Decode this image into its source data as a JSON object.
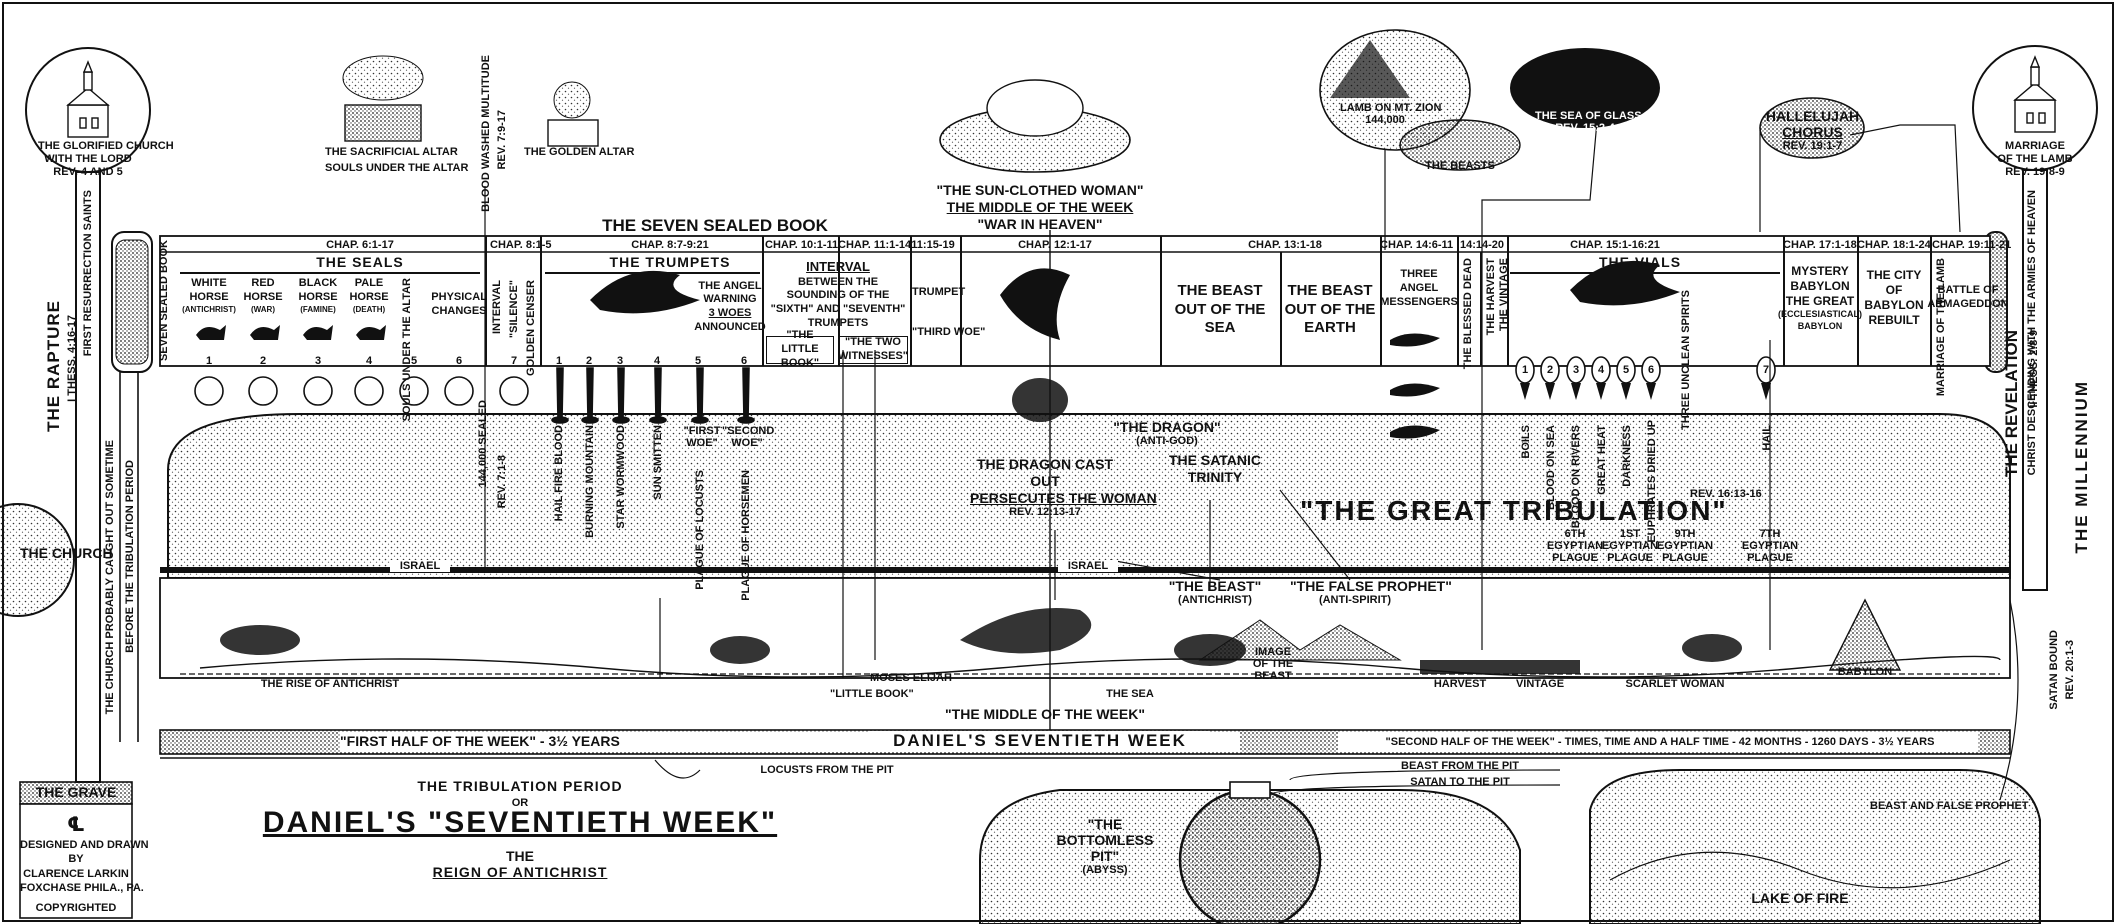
{
  "left": {
    "glorified_church": "THE GLORIFIED CHURCH",
    "with_the_lord": "WITH THE LORD",
    "rev_4_5": "REV. 4 AND 5",
    "rapture": "THE RAPTURE",
    "thess": "I THESS. 4:16-17",
    "first_resurrection": "FIRST RESURRECTION SAINTS",
    "the_church": "THE CHURCH",
    "church_caught_out_1": "THE CHURCH PROBABLY CAUGHT OUT SOMETIME",
    "church_caught_out_2": "BEFORE THE TRIBULATION PERIOD",
    "the_grave": "THE GRAVE",
    "designed": "DESIGNED AND DRAWN",
    "by": "BY",
    "author": "CLARENCE LARKIN",
    "place": "FOXCHASE PHILA., PA.",
    "copyrighted": "COPYRIGHTED"
  },
  "top": {
    "seven_sealed_book": "THE SEVEN SEALED BOOK",
    "seven_sealed_book_vertical": "SEVEN SEALED BOOK",
    "sacrificial_altar": "THE SACRIFICIAL ALTAR",
    "souls_under_altar": "SOULS UNDER THE ALTAR",
    "golden_altar": "THE GOLDEN ALTAR",
    "blood_washed": "BLOOD WASHED MULTITUDE",
    "rev_7_9_17": "REV. 7:9-17",
    "sun_clothed_woman": "\"THE SUN-CLOTHED WOMAN\"",
    "middle_of_week": "THE MIDDLE OF THE WEEK",
    "war_in_heaven": "\"WAR IN HEAVEN\"",
    "lamb_on_zion": "LAMB ON MT. ZION",
    "lamb_144000": "144,000",
    "sea_of_glass": "THE SEA OF GLASS",
    "sea_of_glass_ref": "REV. 15:2-4",
    "the_beasts": "THE BEASTS",
    "hallelujah": "HALLELUJAH",
    "chorus": "CHORUS",
    "hallelujah_ref": "REV. 19:1-7",
    "marriage": "MARRIAGE",
    "of_the_lamb": "OF THE LAMB",
    "marriage_ref": "REV. 19:8-9"
  },
  "chapters": {
    "seals": "CHAP. 6:1-17",
    "silence": "CHAP. 8:1-5",
    "trumpets": "CHAP. 8:7-9:21",
    "ch10": "CHAP. 10:1-11",
    "ch11": "CHAP. 11:1-14",
    "ch11b": "11:15-19",
    "ch12": "CHAP. 12:1-17",
    "ch13": "CHAP. 13:1-18",
    "ch14": "CHAP. 14:6-11",
    "ch14b": "14:14-20",
    "ch15": "CHAP. 15:1-16:21",
    "ch17": "CHAP. 17:1-18",
    "ch18": "CHAP. 18:1-24",
    "ch19": "CHAP. 19:11-21"
  },
  "sections": {
    "seals": "THE SEALS",
    "trumpets": "THE TRUMPETS",
    "vials": "THE VIALS"
  },
  "cells": {
    "white_horse": "WHITE HORSE",
    "white_horse_sub": "(ANTICHRIST)",
    "red_horse": "RED HORSE",
    "red_horse_sub": "(WAR)",
    "black_horse": "BLACK HORSE",
    "black_horse_sub": "(FAMINE)",
    "pale_horse": "PALE HORSE",
    "pale_horse_sub": "(DEATH)",
    "souls_under": "SOULS UNDER THE ALTAR",
    "physical_changes": "PHYSICAL CHANGES",
    "interval": "INTERVAL",
    "silence": "\"SILENCE\"",
    "golden_censer": "GOLDEN CENSER",
    "angel_warning": "THE ANGEL WARNING",
    "three_woes": "3 WOES",
    "announced": "ANNOUNCED",
    "interval2": "INTERVAL",
    "between_soundings": "BETWEEN THE SOUNDING OF THE \"SIXTH\" AND \"SEVENTH\" TRUMPETS",
    "little_book": "\"THE LITTLE BOOK\"",
    "two_witnesses": "\"THE TWO WITNESSES\"",
    "trumpet7": "TRUMPET",
    "third_woe": "\"THIRD WOE\"",
    "beast_sea": "THE BEAST OUT OF THE SEA",
    "beast_earth": "THE BEAST OUT OF THE EARTH",
    "three_angel": "THREE ANGEL MESSENGERS",
    "blessed_dead": "THE BLESSED DEAD",
    "harvest": "THE HARVEST",
    "vintage": "THE VINTAGE",
    "mystery_babylon": "MYSTERY BABYLON THE GREAT",
    "mystery_sub": "(ECCLESIASTICAL) BABYLON",
    "city_babylon": "THE CITY OF BABYLON REBUILT",
    "marriage_lamb": "MARRIAGE OF THE LAMB",
    "armageddon": "BATTLE OF ARMAGEDDON"
  },
  "seal_numbers": [
    "1",
    "2",
    "3",
    "4",
    "5",
    "6",
    "7"
  ],
  "trumpet_numbers": [
    "1",
    "2",
    "3",
    "4",
    "5",
    "6"
  ],
  "vial_numbers": [
    "1",
    "2",
    "3",
    "4",
    "5",
    "6",
    "7"
  ],
  "trumpet_labels": [
    "HAIL FIRE BLOOD",
    "BURNING MOUNTAIN",
    "STAR WORMWOOD",
    "SUN SMITTEN",
    "PLAGUE OF LOCUSTS",
    "PLAGUE OF HORSEMEN"
  ],
  "first_woe": "\"FIRST WOE\"",
  "second_woe": "\"SECOND WOE\"",
  "sealed_144000": "144,000 SEALED",
  "sealed_ref": "REV. 7:1-8",
  "vial_labels": [
    "BOILS",
    "BLOOD ON SEA",
    "BLOOD ON RIVERS",
    "GREAT HEAT",
    "DARKNESS",
    "EUPHRATES DRIED UP",
    "HAIL"
  ],
  "unclean_spirits": "THREE UNCLEAN SPIRITS",
  "unclean_ref": "REV. 16:13-16",
  "plagues": [
    "6TH EGYPTIAN PLAGUE",
    "1ST EGYPTIAN PLAGUE",
    "9TH EGYPTIAN PLAGUE",
    "7TH EGYPTIAN PLAGUE"
  ],
  "middle": {
    "dragon_cast_out": "THE DRAGON CAST OUT",
    "persecutes": "PERSECUTES THE WOMAN",
    "dragon_ref": "REV. 12:13-17",
    "the_dragon": "\"THE DRAGON\"",
    "anti_god": "(ANTI-GOD)",
    "satanic": "THE SATANIC",
    "trinity": "TRINITY",
    "great_tribulation": "\"THE GREAT TRIBULATION\"",
    "israel1": "ISRAEL",
    "israel2": "ISRAEL",
    "the_beast": "\"THE BEAST\"",
    "antichrist": "(ANTICHRIST)",
    "false_prophet": "\"THE FALSE PROPHET\"",
    "anti_spirit": "(ANTI-SPIRIT)"
  },
  "bottom_scene": {
    "rise_antichrist": "THE RISE OF ANTICHRIST",
    "little_book": "\"LITTLE BOOK\"",
    "moses_elijah": "MOSES ELIJAH",
    "the_sea": "THE SEA",
    "image_beast": "IMAGE OF THE BEAST",
    "harvest": "HARVEST",
    "vintage": "VINTAGE",
    "scarlet_woman": "SCARLET WOMAN",
    "babylon": "BABYLON"
  },
  "timeline": {
    "middle_week": "\"THE MIDDLE OF THE WEEK\"",
    "first_half": "\"FIRST HALF OF THE WEEK\" - 3½ YEARS",
    "daniels": "DANIEL'S SEVENTIETH WEEK",
    "second_half": "\"SECOND HALF OF THE WEEK\" - TIMES, TIME AND A HALF TIME - 42 MONTHS - 1260 DAYS - 3½ YEARS",
    "locusts": "LOCUSTS FROM THE PIT",
    "beast_from_pit": "BEAST FROM THE PIT",
    "satan_to_pit": "SATAN TO THE PIT"
  },
  "title": {
    "line1": "THE TRIBULATION PERIOD",
    "or": "OR",
    "main": "DANIEL'S \"SEVENTIETH WEEK\"",
    "the": "THE",
    "reign": "REIGN OF ANTICHRIST"
  },
  "pit": {
    "line1": "\"THE",
    "line2": "BOTTOMLESS",
    "line3": "PIT\"",
    "abyss": "(ABYSS)"
  },
  "right": {
    "revelation": "THE REVELATION",
    "thess2": "II THESS. 2:8-9",
    "descending": "CHRIST DESCENDING WITH THE ARMIES OF HEAVEN",
    "millennium": "THE MILLENNIUM",
    "satan_bound": "SATAN BOUND",
    "satan_ref": "REV. 20:1-3",
    "beast_false_prophet": "BEAST AND FALSE PROPHET",
    "lake_of_fire": "LAKE OF FIRE"
  }
}
